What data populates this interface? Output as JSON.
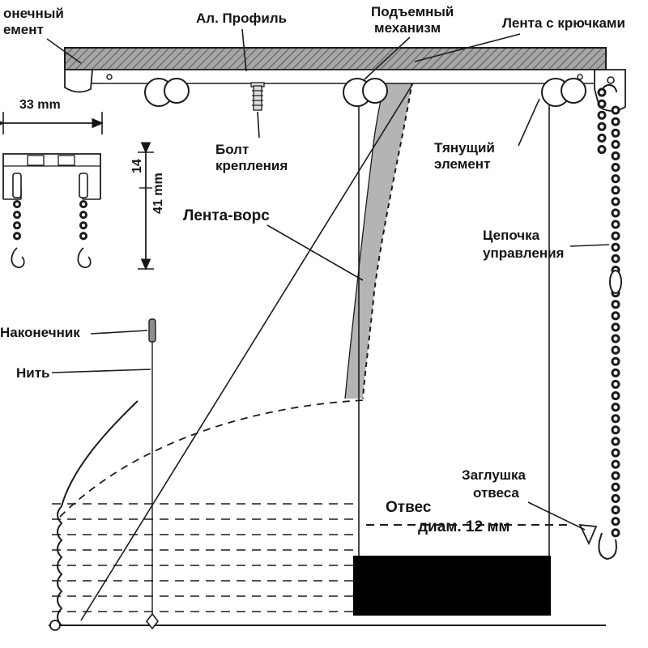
{
  "diagram": {
    "labels": {
      "end_element_line1": "онечный",
      "end_element_line2": "емент",
      "al_profile": "Ал. Профиль",
      "lift_mechanism_line1": "Подъемный",
      "lift_mechanism_line2": "механизм",
      "hook_tape": "Лента с крючками",
      "dim_33": "33 mm",
      "bolt_line1": "Болт",
      "bolt_line2": "крепления",
      "pulling_element_line1": "Тянущий",
      "pulling_element_line2": "элемент",
      "dim_14": "14",
      "dim_41": "41 mm",
      "velcro_tape": "Лента-ворс",
      "control_chain_line1": "Цепочка",
      "control_chain_line2": "управления",
      "tip": "Наконечник",
      "thread": "Нить",
      "plumb_cap_line1": "Заглушка",
      "plumb_cap_line2": "отвеса",
      "plumb_line1": "Отвес",
      "plumb_line2": "диам. 12 мм"
    },
    "colors": {
      "ink": "#1c1c1c",
      "rail_fill": "#a6a6a6",
      "band_fill": "#b4b4b4",
      "weight_fill": "#000000",
      "background": "#ffffff"
    }
  }
}
